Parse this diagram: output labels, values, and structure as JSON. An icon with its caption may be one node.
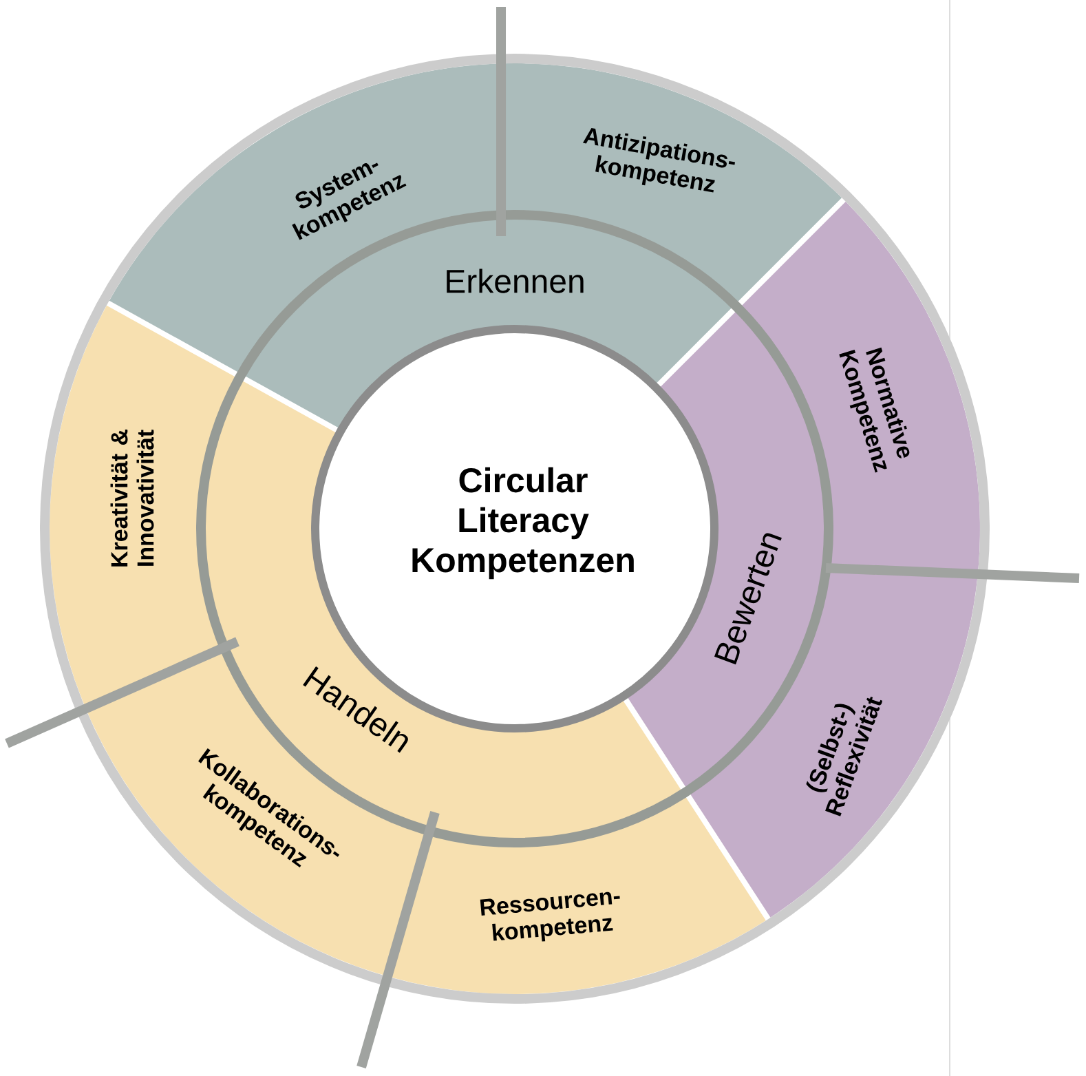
{
  "diagram": {
    "nodes": [
      {
        "text": [
          "Circular Literacy Kompetenzen"
        ]
      },
      {
        "text": [
          "Erkennen"
        ]
      },
      {
        "text": [
          "System- kompetenz"
        ],
        "in": 1
      },
      {
        "text": [
          "Antizipations- kompetenz"
        ],
        "in": 1
      },
      {
        "text": [
          "Bewerten"
        ]
      },
      {
        "text": [
          "Normative Kompetenz"
        ],
        "in": 4
      },
      {
        "text": [
          "(Selbst-) Reflexivität"
        ],
        "in": 4
      },
      {
        "text": [
          "Handeln"
        ]
      },
      {
        "text": [
          "Kreativität & Innovativität"
        ],
        "in": 7
      },
      {
        "text": [
          "Kollaborations- kompetenz"
        ],
        "in": 7
      },
      {
        "text": [
          "Ressourcen- kompetenz"
        ],
        "in": 7
      }
    ]
  }
}
